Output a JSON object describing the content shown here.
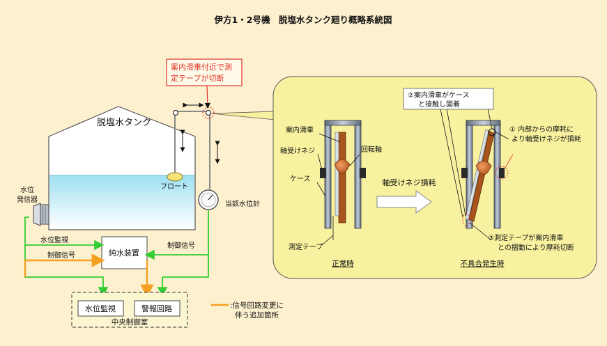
{
  "title": "伊方1・2号機　脱塩水タンク廻り概略系統図",
  "tank": {
    "label": "脱塩水タンク",
    "float_label": "フロート",
    "gauge_label": "当該水位計",
    "transmitter_label_1": "水位",
    "transmitter_label_2": "発信器"
  },
  "callout": {
    "line1": "案内滑車付近で測",
    "line2": "定テープが切断"
  },
  "signals": {
    "level_monitor_signal": "水位監視",
    "control_signal_left": "制御信号",
    "control_signal_right": "制御信号",
    "pure_water_unit": "純水装置"
  },
  "control_room": {
    "label": "中央制御室",
    "level_monitor": "水位監視",
    "alarm_circuit": "警報回路"
  },
  "legend": {
    "line1": ":信号回路変更に",
    "line2": "伴う追加箇所",
    "color": "#f5a020"
  },
  "detail": {
    "normal": {
      "pulley": "案内滑車",
      "bearing_screw": "軸受けネジ",
      "case": "ケース",
      "tape": "測定テープ",
      "axis": "回転軸",
      "caption": "正常時"
    },
    "arrow_label": "軸受けネジ損耗",
    "fault": {
      "note2_line1": "②案内滑車がケース",
      "note2_line2": "と接触し固着",
      "note1_line1": "① 内部からの摩耗に",
      "note1_line2": "より軸受けネジが損耗",
      "note3_line1": "③測定テープが案内滑車",
      "note3_line2": "との摺動により摩耗切断",
      "caption": "不具合発生時"
    }
  },
  "colors": {
    "signal_green": "#33cc33",
    "signal_orange": "#f5a020",
    "callout_red": "#e0302a",
    "panel_yellow": "#f8f2a0",
    "water_blue": "#7fd4ec"
  }
}
